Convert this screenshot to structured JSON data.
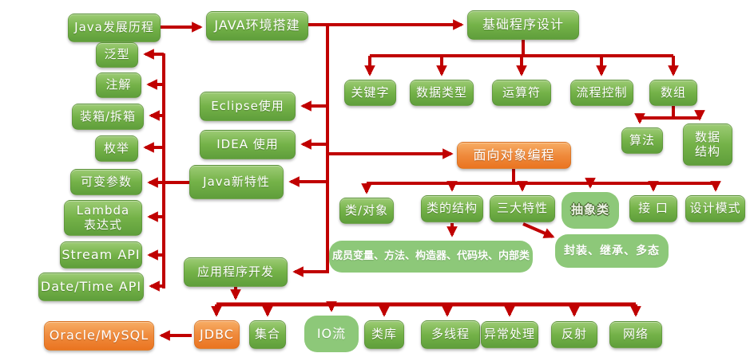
{
  "colors": {
    "green_box_top": "#9ccb74",
    "green_box_bottom": "#5f9e3b",
    "orange_box": "#ed7d31",
    "flat_green": "#8dc879",
    "arrow_red": "#c00000",
    "text": "#ffffff",
    "background": "#ffffff"
  },
  "nodes": {
    "java_history": {
      "label": "Java发展历程"
    },
    "env_setup": {
      "label": "JAVA环境搭建"
    },
    "basics": {
      "label": "基础程序设计"
    },
    "generics": {
      "label": "泛型"
    },
    "annotations": {
      "label": "注解"
    },
    "boxing": {
      "label": "装箱/拆箱"
    },
    "enums": {
      "label": "枚举"
    },
    "varargs": {
      "label": "可变参数"
    },
    "lambda": {
      "line1": "Lambda",
      "line2": "表达式"
    },
    "stream_api": {
      "label": "Stream API"
    },
    "datetime_api": {
      "label": "Date/Time API"
    },
    "eclipse": {
      "label": "Eclipse使用"
    },
    "idea": {
      "label": "IDEA 使用"
    },
    "new_features": {
      "label": "Java新特性"
    },
    "app_dev": {
      "label": "应用程序开发"
    },
    "keywords": {
      "label": "关键字"
    },
    "data_types": {
      "label": "数据类型"
    },
    "operators": {
      "label": "运算符"
    },
    "flow_control": {
      "label": "流程控制"
    },
    "arrays": {
      "label": "数组"
    },
    "algorithms": {
      "label": "算法"
    },
    "data_structures": {
      "line1": "数据",
      "line2": "结构"
    },
    "oop": {
      "label": "面向对象编程"
    },
    "class_object": {
      "label": "类/对象"
    },
    "class_structure": {
      "label": "类的结构"
    },
    "three_features": {
      "label": "三大特性"
    },
    "abstract_class": {
      "label": "抽象类"
    },
    "interface": {
      "label": "接 口"
    },
    "design_patterns": {
      "label": "设计模式"
    },
    "class_members": {
      "label": "成员变量、方法、构造器、代码块、内部类"
    },
    "encapsulation": {
      "label": "封装、继承、多态"
    },
    "oracle_mysql": {
      "label": "Oracle/MySQL"
    },
    "jdbc": {
      "label": "JDBC"
    },
    "collections": {
      "label": "集合"
    },
    "io_stream": {
      "label": "IO流"
    },
    "class_library": {
      "label": "类库"
    },
    "multithreading": {
      "label": "多线程"
    },
    "exception_handling": {
      "label": "异常处理"
    },
    "reflection": {
      "label": "反射"
    },
    "network": {
      "label": "网络"
    }
  },
  "edges": [
    {
      "from": "java_history",
      "to": "env_setup"
    },
    {
      "from": "env_setup",
      "to": "basics"
    },
    {
      "from": "env_setup",
      "to": "eclipse"
    },
    {
      "from": "env_setup",
      "to": "idea"
    },
    {
      "from": "env_setup",
      "to": "new_features"
    },
    {
      "from": "env_setup",
      "to": "oop"
    },
    {
      "from": "env_setup",
      "to": "app_dev"
    },
    {
      "from": "new_features",
      "to": "generics"
    },
    {
      "from": "new_features",
      "to": "annotations"
    },
    {
      "from": "new_features",
      "to": "boxing"
    },
    {
      "from": "new_features",
      "to": "enums"
    },
    {
      "from": "new_features",
      "to": "varargs"
    },
    {
      "from": "new_features",
      "to": "lambda"
    },
    {
      "from": "new_features",
      "to": "stream_api"
    },
    {
      "from": "new_features",
      "to": "datetime_api"
    },
    {
      "from": "basics",
      "to": "keywords"
    },
    {
      "from": "basics",
      "to": "data_types"
    },
    {
      "from": "basics",
      "to": "operators"
    },
    {
      "from": "basics",
      "to": "flow_control"
    },
    {
      "from": "basics",
      "to": "arrays"
    },
    {
      "from": "arrays",
      "to": "algorithms"
    },
    {
      "from": "arrays",
      "to": "data_structures"
    },
    {
      "from": "oop",
      "to": "class_object"
    },
    {
      "from": "oop",
      "to": "class_structure"
    },
    {
      "from": "oop",
      "to": "three_features"
    },
    {
      "from": "oop",
      "to": "abstract_class"
    },
    {
      "from": "oop",
      "to": "interface"
    },
    {
      "from": "oop",
      "to": "design_patterns"
    },
    {
      "from": "class_structure",
      "to": "class_members"
    },
    {
      "from": "three_features",
      "to": "encapsulation"
    },
    {
      "from": "app_dev",
      "to": "jdbc"
    },
    {
      "from": "app_dev",
      "to": "collections"
    },
    {
      "from": "app_dev",
      "to": "io_stream"
    },
    {
      "from": "app_dev",
      "to": "class_library"
    },
    {
      "from": "app_dev",
      "to": "multithreading"
    },
    {
      "from": "app_dev",
      "to": "exception_handling"
    },
    {
      "from": "app_dev",
      "to": "reflection"
    },
    {
      "from": "app_dev",
      "to": "network"
    },
    {
      "from": "jdbc",
      "to": "oracle_mysql"
    }
  ]
}
